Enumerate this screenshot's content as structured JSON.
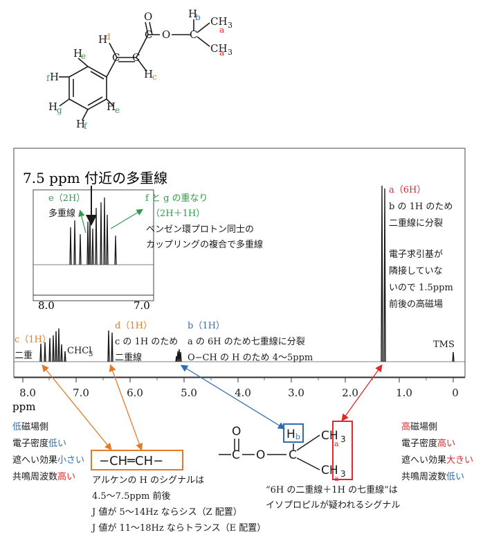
{
  "molecule": {
    "atoms": {
      "O": "O",
      "C": "C",
      "H": "H",
      "CH": "CH",
      "sub3": "3"
    },
    "labels": {
      "b": "b",
      "a1": "a",
      "a2": "a",
      "d": "d",
      "c": "c",
      "e1": "e",
      "e2": "e",
      "f1": "f",
      "f2": "f",
      "g": "g"
    }
  },
  "spectrum": {
    "inset": {
      "title": "7.5 ppm 付近の多重線",
      "e_label": "e（2H）",
      "e_mult": "多重線",
      "fg_label": "f と g の重なり",
      "fg_count": "（2H＋1H）",
      "benzene_note1": "ベンゼン環プロトン同士の",
      "benzene_note2": "カップリングの複合で多重線",
      "tick_left": "8.0",
      "tick_right": "7.0"
    },
    "peaks": {
      "a_title": "a（6H）",
      "a_note1": "b の 1H のため",
      "a_note2": "二重線に分裂",
      "a_note3": "電子求引基が",
      "a_note4": "隣接していな",
      "a_note5": "いので 1.5ppm",
      "a_note6": "前後の高磁場",
      "tms": "TMS",
      "c_title": "c（1H）",
      "c_note": "二重",
      "solvent": "CHCl",
      "solvent_sub": "3",
      "d_title": "d（1H）",
      "d_note1": "c の 1H のため",
      "d_note2": "二重線",
      "b_title": "b（1H）",
      "b_note1": "a の 6H のため七重線に分裂",
      "b_note2": "O−CH の H のため 4〜5ppm"
    },
    "axis": {
      "ticks": [
        "8.0",
        "7.0",
        "6.0",
        "5.0",
        "4.0",
        "3.0",
        "2.0",
        "1.0",
        "0"
      ],
      "unit": "ppm"
    }
  },
  "left_notes": {
    "l1a": "低",
    "l1b": "磁場側",
    "l2a": "電子密度",
    "l2b": "低い",
    "l3a": "遮へい効果",
    "l3b": "小さい",
    "l4a": "共鳴周波数",
    "l4b": "高い"
  },
  "right_notes": {
    "r1a": "高",
    "r1b": "磁場側",
    "r2a": "電子密度",
    "r2b": "高い",
    "r3a": "遮へい効果",
    "r3b": "大きい",
    "r4a": "共鳴周波数",
    "r4b": "低い"
  },
  "alkene": {
    "box": "−CH═CH−",
    "note1": "アルケンの H のシグナルは",
    "note2": "4.5〜7.5ppm 前後",
    "note3": "J 値が 5〜14Hz ならシス（Z 配置）",
    "note4": "J 値が 11〜18Hz ならトランス（E 配置）"
  },
  "isopropyl": {
    "O": "O",
    "C": "C",
    "H": "H",
    "b": "b",
    "CH": "CH",
    "sub3": "3",
    "a": "a",
    "note1": "“6H の二重線＋1H の七重線”は",
    "note2": "イソプロピルが疑われるシグナル"
  },
  "colors": {
    "red": "#e0282c",
    "blue": "#2f6db0",
    "green": "#2e9a4a",
    "orange": "#e07b2a",
    "black": "#1a1a1a",
    "axis": "#333333"
  }
}
